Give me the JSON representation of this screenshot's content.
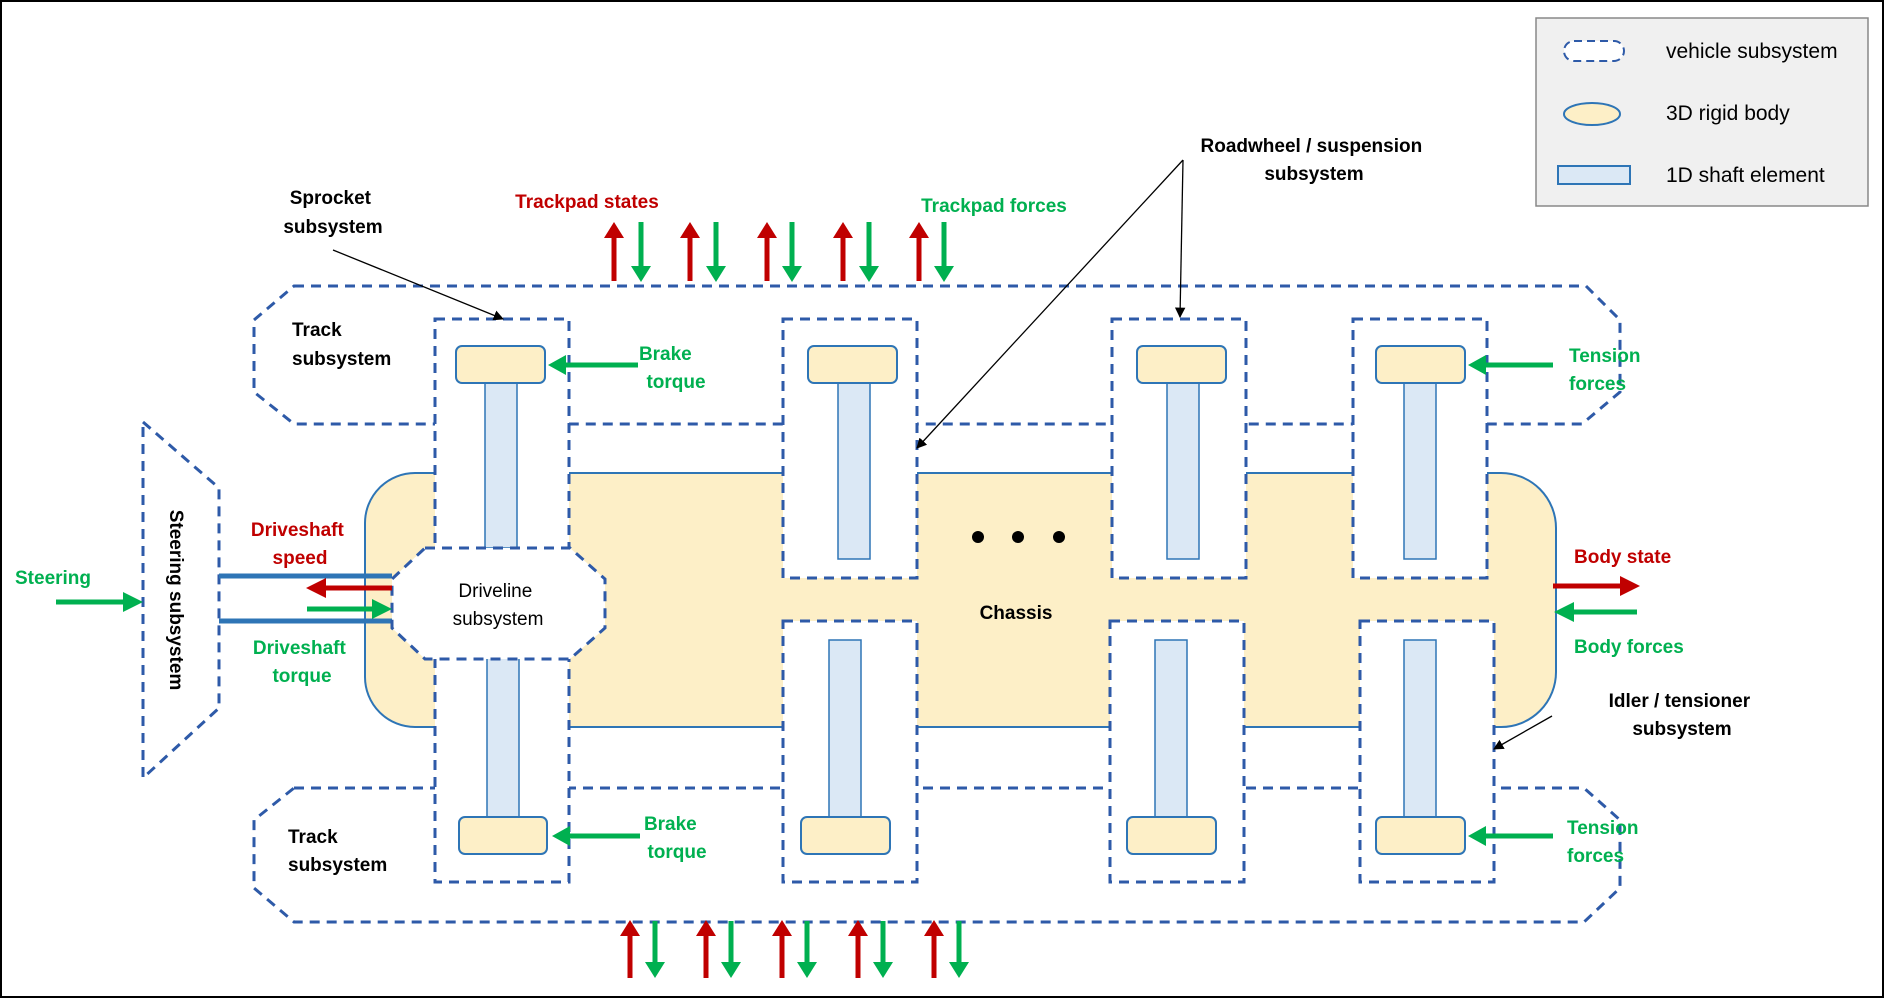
{
  "colors": {
    "subsystem_border": "#2e5aa8",
    "rigid_body_fill": "#fdefc7",
    "rigid_body_border": "#2e75b6",
    "shaft_fill": "#dbe8f5",
    "state_arrow": "#c00000",
    "force_arrow": "#00b050",
    "legend_bg": "#f0f0f0"
  },
  "legend": {
    "subsystem": "vehicle subsystem",
    "rigid_body": "3D rigid body",
    "shaft": "1D shaft element"
  },
  "labels": {
    "sprocket": [
      "Sprocket",
      "subsystem"
    ],
    "trackpad_states": "Trackpad states",
    "trackpad_forces": "Trackpad forces",
    "roadwheel": [
      "Roadwheel / suspension",
      "subsystem"
    ],
    "track_top": [
      "Track",
      "subsystem"
    ],
    "track_bottom": [
      "Track",
      "subsystem"
    ],
    "brake_top": [
      "Brake",
      "torque"
    ],
    "brake_bottom": [
      "Brake",
      "torque"
    ],
    "tension_top": [
      "Tension",
      "forces"
    ],
    "tension_bottom": [
      "Tension",
      "forces"
    ],
    "steering_subsystem": "Steering subsystem",
    "steering": "Steering",
    "driveshaft_speed": [
      "Driveshaft",
      "speed"
    ],
    "driveshaft_torque": [
      "Driveshaft",
      "torque"
    ],
    "driveline": [
      "Driveline",
      "subsystem"
    ],
    "chassis": "Chassis",
    "body_state": "Body state",
    "body_forces": "Body forces",
    "idler": [
      "Idler / tensioner",
      "subsystem"
    ]
  }
}
